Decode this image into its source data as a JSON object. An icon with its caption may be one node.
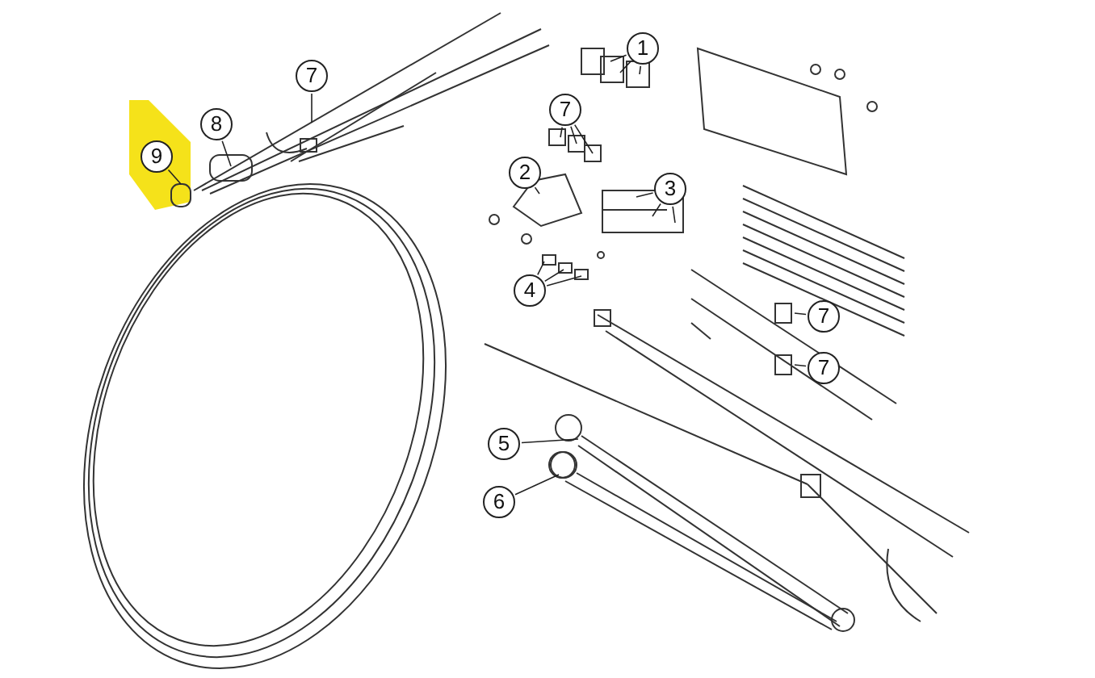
{
  "diagram": {
    "nodes": [
      {
        "text": [
          "7"
        ]
      },
      {
        "text": [
          "1"
        ]
      },
      {
        "text": [
          "8"
        ]
      },
      {
        "text": [
          "7"
        ]
      },
      {
        "text": [
          "9"
        ]
      },
      {
        "text": [
          "2"
        ]
      },
      {
        "text": [
          "3"
        ]
      },
      {
        "text": [
          "4"
        ]
      },
      {
        "text": [
          "7"
        ]
      },
      {
        "text": [
          "7"
        ]
      },
      {
        "text": [
          "5"
        ]
      },
      {
        "text": [
          "6"
        ]
      }
    ],
    "edges": [
      {
        "from": 0,
        "to": null,
        "arrow": "none"
      },
      {
        "from": 1,
        "to": null,
        "arrow": "none"
      },
      {
        "from": 1,
        "to": null,
        "arrow": "none"
      },
      {
        "from": 1,
        "to": null,
        "arrow": "none"
      },
      {
        "from": 2,
        "to": null,
        "arrow": "none"
      },
      {
        "from": 3,
        "to": null,
        "arrow": "none"
      },
      {
        "from": 3,
        "to": null,
        "arrow": "none"
      },
      {
        "from": 3,
        "to": null,
        "arrow": "none"
      },
      {
        "from": 4,
        "to": null,
        "arrow": "none"
      },
      {
        "from": 5,
        "to": null,
        "arrow": "none"
      },
      {
        "from": 6,
        "to": null,
        "arrow": "none"
      },
      {
        "from": 6,
        "to": null,
        "arrow": "none"
      },
      {
        "from": 6,
        "to": null,
        "arrow": "none"
      },
      {
        "from": 7,
        "to": null,
        "arrow": "none"
      },
      {
        "from": 7,
        "to": null,
        "arrow": "none"
      },
      {
        "from": 7,
        "to": null,
        "arrow": "none"
      },
      {
        "from": 8,
        "to": null,
        "arrow": "none"
      },
      {
        "from": 9,
        "to": null,
        "arrow": "none"
      },
      {
        "from": 10,
        "to": null,
        "arrow": "none"
      },
      {
        "from": 11,
        "to": null,
        "arrow": "none"
      }
    ]
  }
}
